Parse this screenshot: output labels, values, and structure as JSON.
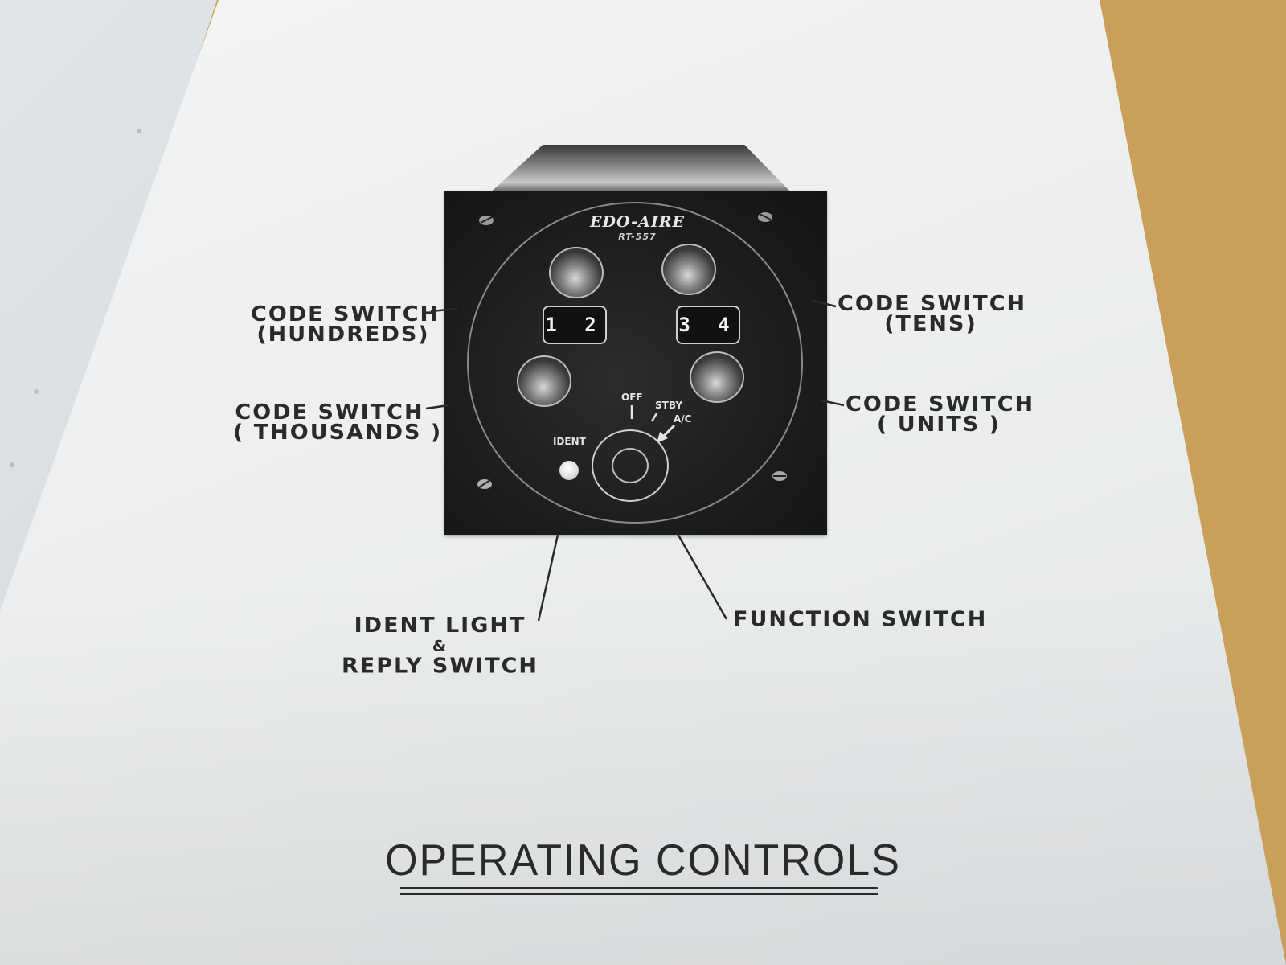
{
  "device": {
    "brand": "EDO-AIRE",
    "model": "RT-557",
    "left_window": "1 2",
    "right_window": "3 4",
    "function_positions": {
      "off": "OFF",
      "stby": "STBY",
      "ac": "A/C"
    },
    "ident": "IDENT"
  },
  "callouts": {
    "hundreds": {
      "line1": "CODE SWITCH",
      "line2": "(HUNDREDS)"
    },
    "tens": {
      "line1": "CODE SWITCH",
      "line2": "(TENS)"
    },
    "thousands": {
      "line1": "CODE SWITCH",
      "line2": "( THOUSANDS )"
    },
    "units": {
      "line1": "CODE SWITCH",
      "line2": "( UNITS )"
    },
    "ident": {
      "line1": "IDENT LIGHT",
      "line2": "&",
      "line3": "REPLY SWITCH"
    },
    "function": {
      "line1": "FUNCTION SWITCH"
    }
  },
  "title": "OPERATING CONTROLS"
}
